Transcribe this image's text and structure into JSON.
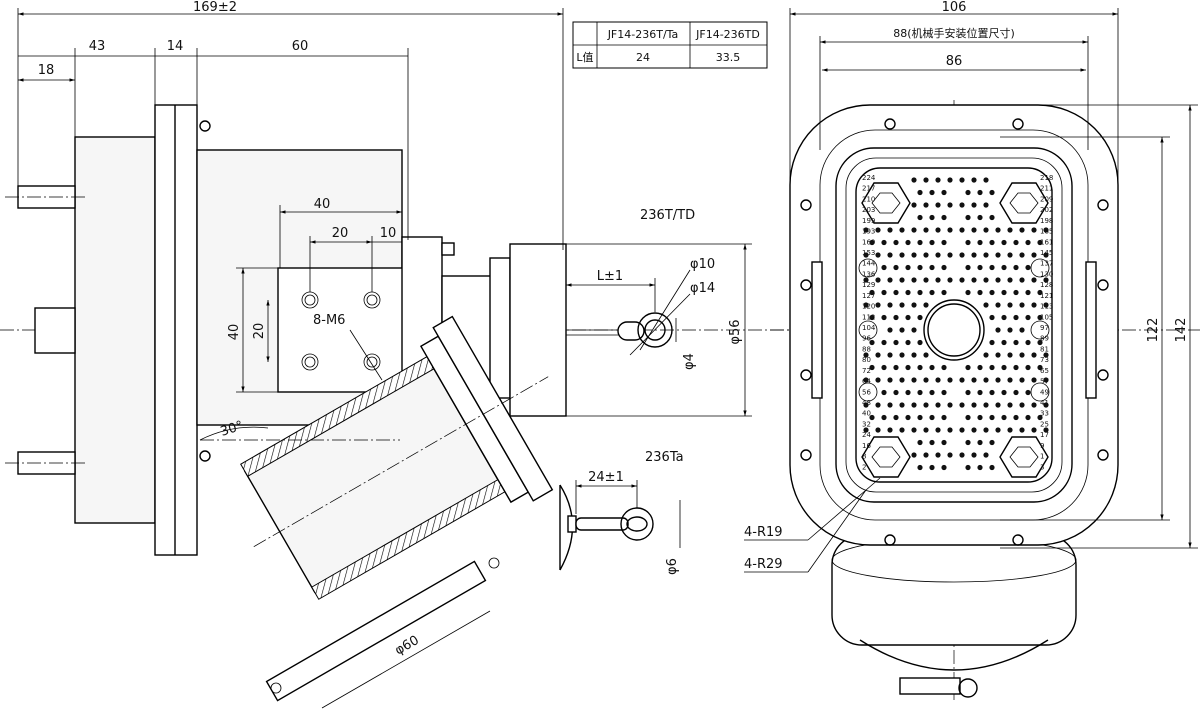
{
  "spec_table": {
    "headers": [
      "",
      "JF14-236T/Ta",
      "JF14-236TD"
    ],
    "row_label": "L值",
    "values": [
      "24",
      "33.5"
    ]
  },
  "dims_left": {
    "overall": "169±2",
    "d43": "43",
    "d14": "14",
    "d60": "60",
    "d18": "18",
    "d40h": "40",
    "d20h": "20",
    "d10": "10",
    "d40v": "40",
    "d20v": "20",
    "holes": "8-M6",
    "angle": "30°",
    "phi60": "φ60"
  },
  "detail_td": {
    "title": "236T/TD",
    "l": "L±1",
    "phi10": "φ10",
    "phi14": "φ14",
    "phi4": "φ4",
    "phi56": "φ56"
  },
  "detail_ta": {
    "title": "236Ta",
    "d24": "24±1",
    "phi6": "φ6"
  },
  "dims_right": {
    "d106": "106",
    "d88": "88(机械手安装位置尺寸)",
    "d86": "86",
    "d122": "122",
    "d142": "142",
    "r19": "4-R19",
    "r29": "4-R29"
  },
  "face_labels": [
    "224",
    "218",
    "217",
    "211",
    "210",
    "209",
    "203",
    "202",
    "199",
    "198",
    "193",
    "185",
    "169",
    "161",
    "153",
    "145",
    "144",
    "137",
    "136",
    "130",
    "129",
    "128",
    "127",
    "121",
    "120",
    "113",
    "112",
    "105",
    "104",
    "97",
    "96",
    "89",
    "88",
    "81",
    "80",
    "73",
    "72",
    "65",
    "64",
    "57",
    "56",
    "49",
    "48",
    "41",
    "40",
    "33",
    "32",
    "25",
    "24",
    "17",
    "16",
    "9",
    "8",
    "1",
    "2",
    "3"
  ]
}
